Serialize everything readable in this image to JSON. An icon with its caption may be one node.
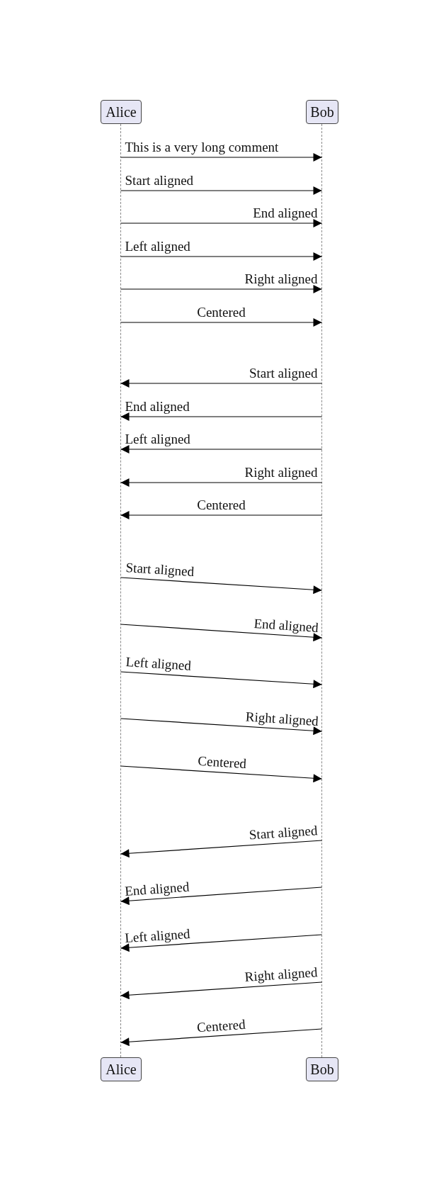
{
  "diagram": {
    "nodes": [
      {
        "text": [
          "Alice"
        ]
      },
      {
        "text": [
          "Bob"
        ]
      },
      {
        "text": [],
        "shape": "line"
      },
      {
        "text": [],
        "shape": "line"
      },
      {
        "text": [
          "Alice"
        ]
      },
      {
        "text": [
          "Bob"
        ]
      }
    ],
    "edges": [
      {
        "from": 2,
        "to": 3,
        "arrow": "to",
        "label": "This is a very long comment"
      },
      {
        "from": 2,
        "to": 3,
        "arrow": "to",
        "label": "Start aligned"
      },
      {
        "from": 2,
        "to": 3,
        "arrow": "to",
        "label": "End aligned"
      },
      {
        "from": 2,
        "to": 3,
        "arrow": "to",
        "label": "Left aligned"
      },
      {
        "from": 2,
        "to": 3,
        "arrow": "to",
        "label": "Right aligned"
      },
      {
        "from": 2,
        "to": 3,
        "arrow": "to",
        "label": "Centered"
      },
      {
        "from": 3,
        "to": 2,
        "arrow": "to",
        "label": "Start aligned"
      },
      {
        "from": 3,
        "to": 2,
        "arrow": "to",
        "label": "End aligned"
      },
      {
        "from": 3,
        "to": 2,
        "arrow": "to",
        "label": "Left aligned"
      },
      {
        "from": 3,
        "to": 2,
        "arrow": "to",
        "label": "Right aligned"
      },
      {
        "from": 3,
        "to": 2,
        "arrow": "to",
        "label": "Centered"
      },
      {
        "from": 2,
        "to": 3,
        "arrow": "to",
        "label": "Start aligned"
      },
      {
        "from": 2,
        "to": 3,
        "arrow": "to",
        "label": "End aligned"
      },
      {
        "from": 2,
        "to": 3,
        "arrow": "to",
        "label": "Left aligned"
      },
      {
        "from": 2,
        "to": 3,
        "arrow": "to",
        "label": "Right aligned"
      },
      {
        "from": 2,
        "to": 3,
        "arrow": "to",
        "label": "Centered"
      },
      {
        "from": 3,
        "to": 2,
        "arrow": "to",
        "label": "Start aligned"
      },
      {
        "from": 3,
        "to": 2,
        "arrow": "to",
        "label": "End aligned"
      },
      {
        "from": 3,
        "to": 2,
        "arrow": "to",
        "label": "Left aligned"
      },
      {
        "from": 3,
        "to": 2,
        "arrow": "to",
        "label": "Right aligned"
      },
      {
        "from": 3,
        "to": 2,
        "arrow": "to",
        "label": "Centered"
      }
    ]
  }
}
